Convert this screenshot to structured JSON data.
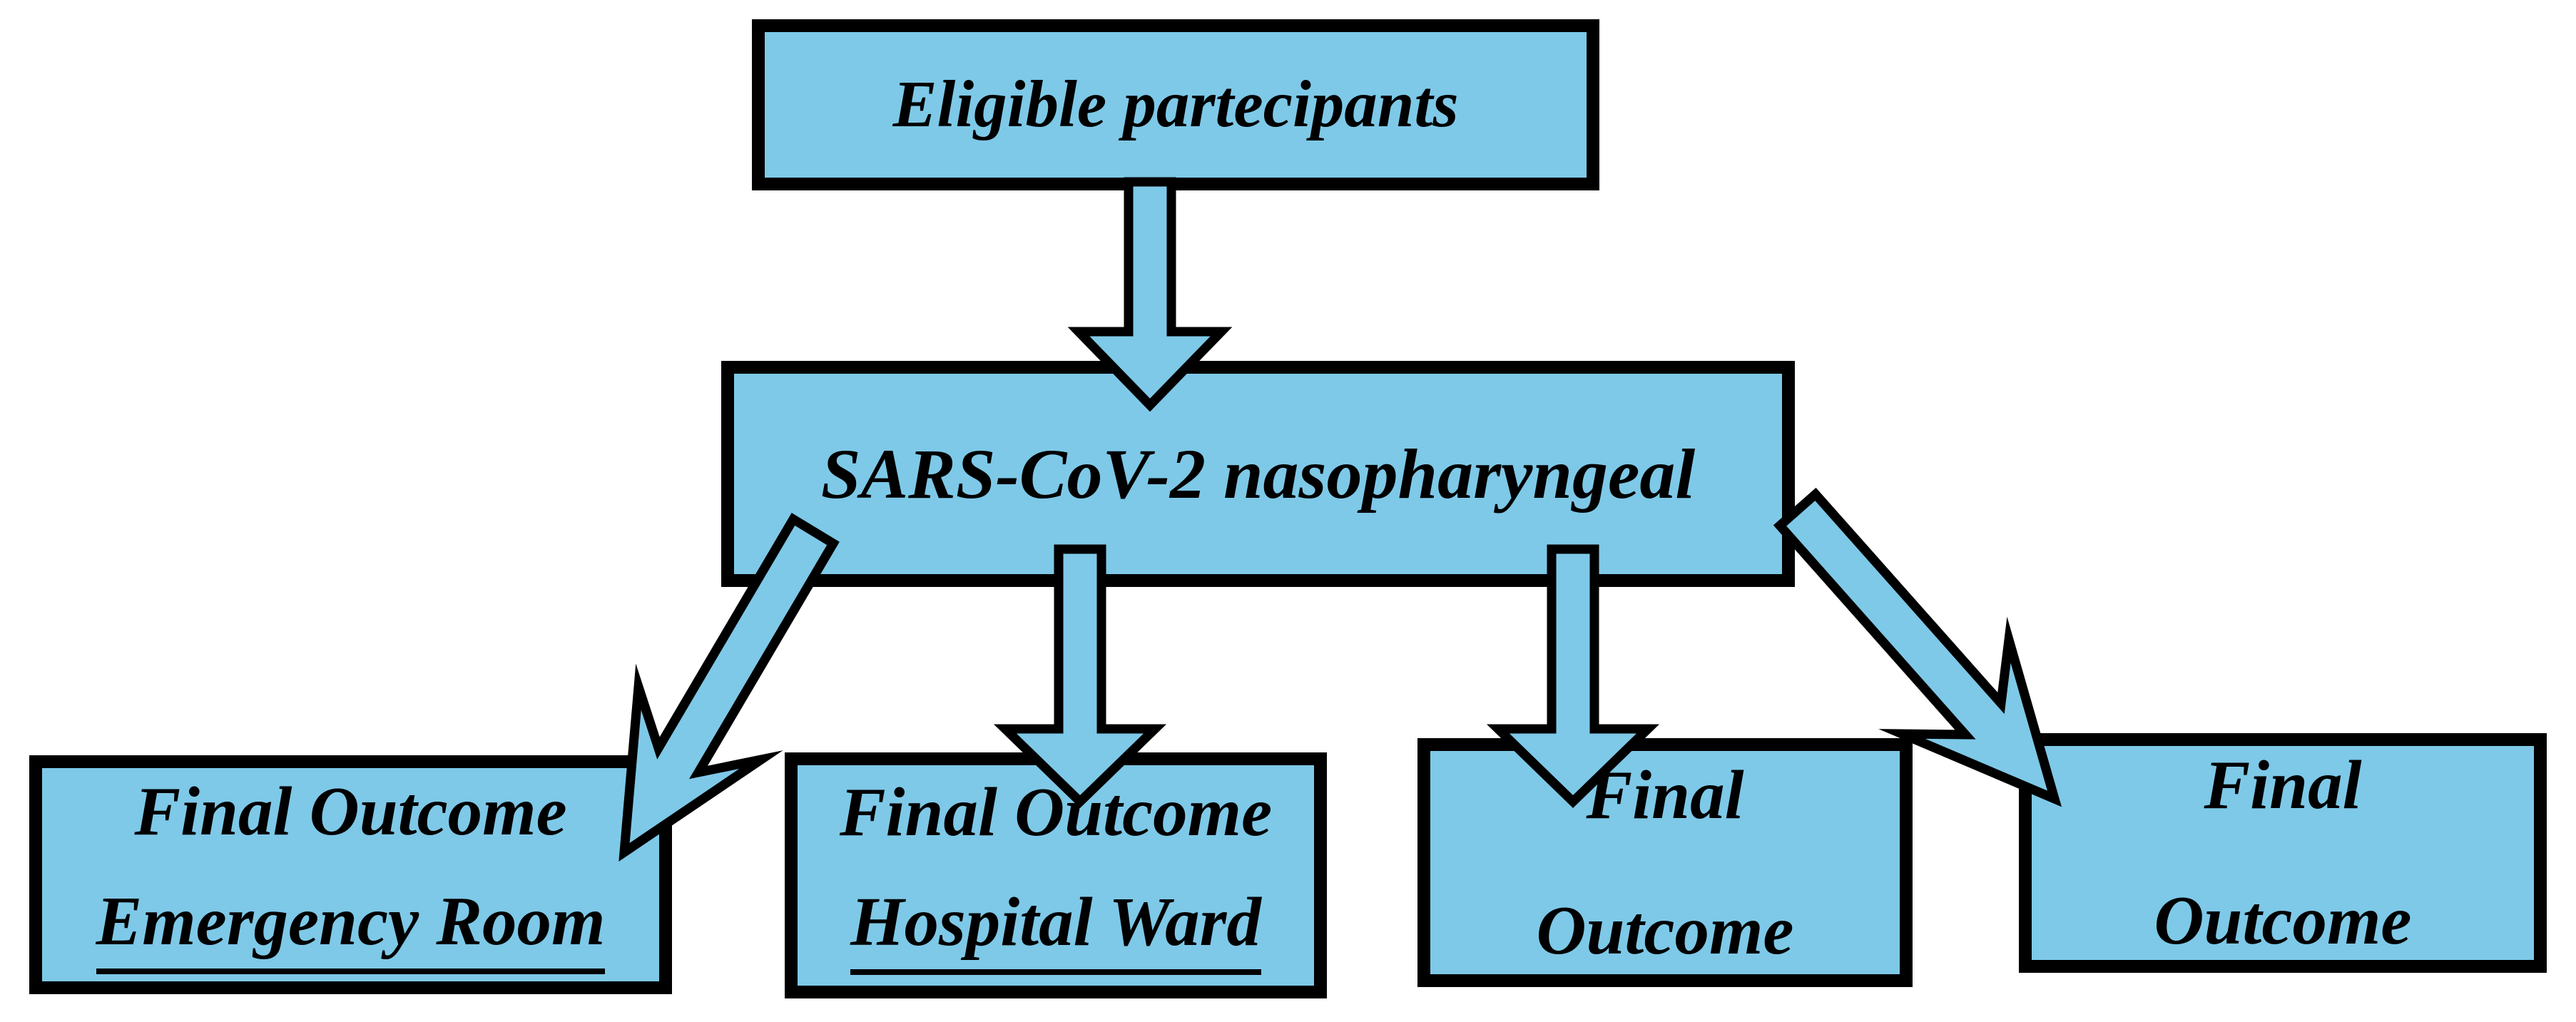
{
  "figure": {
    "type": "flowchart",
    "background_color": "#FFFFFF",
    "node_fill_color": "#7EC9E8",
    "node_border_color": "#000000",
    "text_color": "#000000"
  },
  "nodes": {
    "eligible": {
      "label": "Eligible partecipants"
    },
    "sars_swab": {
      "label": "SARS-CoV-2 nasopharyngeal"
    },
    "outcome_emergency": {
      "line1": "Final Outcome",
      "line2": "Emergency Room",
      "line2_underlined": true
    },
    "outcome_ward": {
      "line1": "Final Outcome",
      "line2": "Hospital Ward",
      "line2_underlined": true
    },
    "outcome_third": {
      "line1": "Final",
      "line2": "Outcome",
      "line2_underlined": false
    },
    "outcome_fourth": {
      "line1": "Final",
      "line2": "Outcome",
      "line2_underlined": false
    }
  },
  "connectors": [
    {
      "name": "eligible-to-sars",
      "from": "eligible",
      "to": "sars_swab",
      "style": "straight-down-block-arrow"
    },
    {
      "name": "sars-to-emergency",
      "from": "sars_swab",
      "to": "outcome_emergency",
      "style": "diagonal-down-left-block-arrow"
    },
    {
      "name": "sars-to-ward",
      "from": "sars_swab",
      "to": "outcome_ward",
      "style": "straight-down-block-arrow"
    },
    {
      "name": "sars-to-third",
      "from": "sars_swab",
      "to": "outcome_third",
      "style": "straight-down-block-arrow"
    },
    {
      "name": "sars-to-fourth",
      "from": "sars_swab",
      "to": "outcome_fourth",
      "style": "diagonal-down-right-block-arrow"
    }
  ]
}
